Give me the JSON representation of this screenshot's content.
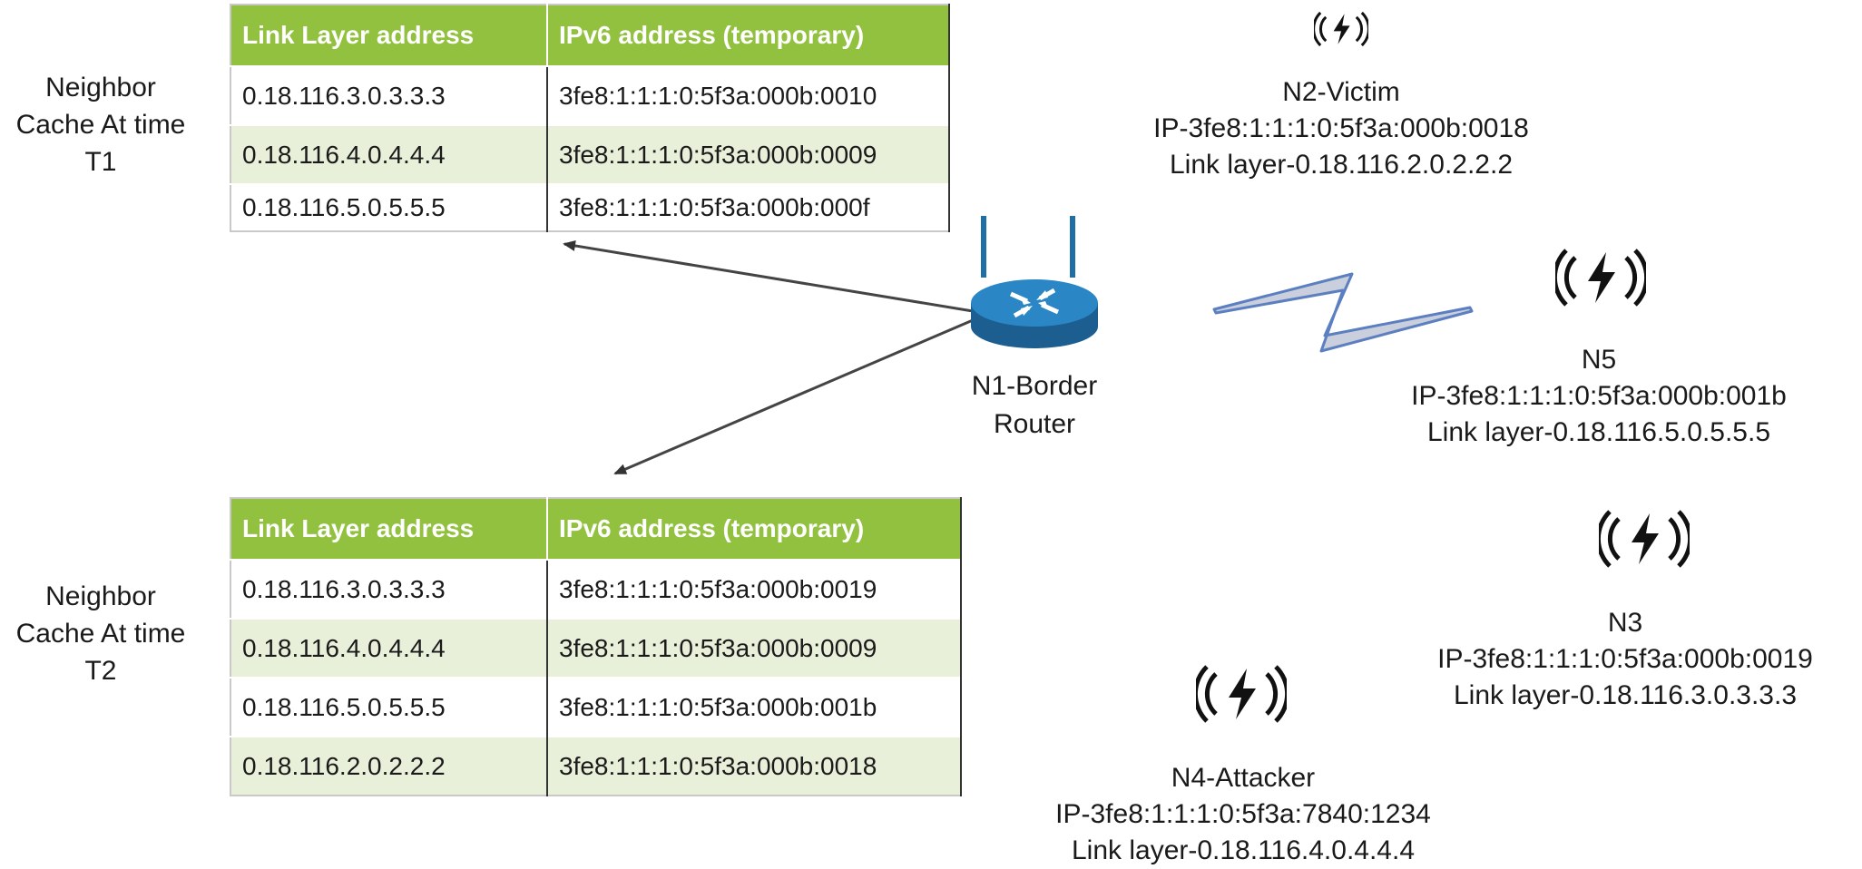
{
  "caches": [
    {
      "label_lines": [
        "Neighbor",
        "Cache At time",
        "T1"
      ],
      "headers": [
        "Link Layer address",
        "IPv6 address (temporary)"
      ],
      "rows": [
        [
          "0.18.116.3.0.3.3.3",
          "3fe8:1:1:1:0:5f3a:000b:0010"
        ],
        [
          "0.18.116.4.0.4.4.4",
          "3fe8:1:1:1:0:5f3a:000b:0009"
        ],
        [
          "0.18.116.5.0.5.5.5",
          "3fe8:1:1:1:0:5f3a:000b:000f"
        ]
      ]
    },
    {
      "label_lines": [
        "Neighbor",
        "Cache At time",
        "T2"
      ],
      "headers": [
        "Link Layer address",
        "IPv6 address (temporary)"
      ],
      "rows": [
        [
          "0.18.116.3.0.3.3.3",
          "3fe8:1:1:1:0:5f3a:000b:0019"
        ],
        [
          "0.18.116.4.0.4.4.4",
          "3fe8:1:1:1:0:5f3a:000b:0009"
        ],
        [
          "0.18.116.5.0.5.5.5",
          "3fe8:1:1:1:0:5f3a:000b:001b"
        ],
        [
          "0.18.116.2.0.2.2.2",
          "3fe8:1:1:1:0:5f3a:000b:0018"
        ]
      ]
    }
  ],
  "router": {
    "lines": [
      "N1-Border",
      "Router"
    ],
    "icon": "router-icon"
  },
  "nodes": [
    {
      "id": "n2",
      "lines": [
        "N2-Victim",
        "IP-3fe8:1:1:1:0:5f3a:000b:0018",
        "Link layer-0.18.116.2.0.2.2.2"
      ],
      "icon": "wireless-node-icon"
    },
    {
      "id": "n5",
      "lines": [
        "N5",
        "IP-3fe8:1:1:1:0:5f3a:000b:001b",
        "Link layer-0.18.116.5.0.5.5.5"
      ],
      "icon": "wireless-node-icon"
    },
    {
      "id": "n3",
      "lines": [
        "N3",
        "IP-3fe8:1:1:1:0:5f3a:000b:0019",
        "Link layer-0.18.116.3.0.3.3.3"
      ],
      "icon": "wireless-node-icon"
    },
    {
      "id": "n4",
      "lines": [
        "N4-Attacker",
        "IP-3fe8:1:1:1:0:5f3a:7840:1234",
        "Link layer-0.18.116.4.0.4.4.4"
      ],
      "icon": "wireless-node-icon"
    }
  ],
  "colors": {
    "header_green": "#92c140",
    "row_tint": "#e9f0da",
    "router_blue": "#1d6fa5",
    "link_blue": "#5b7fc0"
  }
}
